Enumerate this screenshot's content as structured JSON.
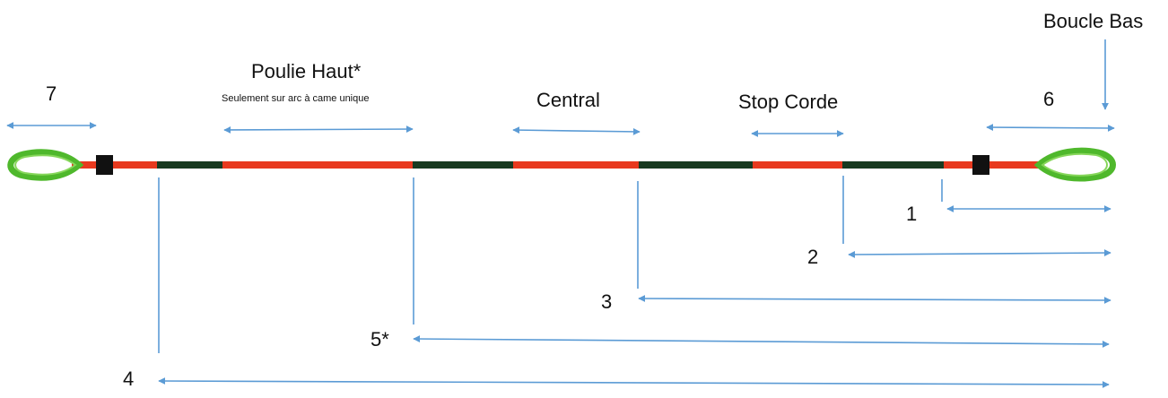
{
  "labels": {
    "boucle_bas": "Boucle Bas",
    "poulie_haut": "Poulie Haut*",
    "poulie_note": "Seulement sur arc à came unique",
    "central": "Central",
    "stop_corde": "Stop Corde",
    "n7": "7",
    "n6": "6",
    "n1": "1",
    "n2": "2",
    "n3": "3",
    "n4": "4",
    "n5": "5*"
  },
  "colors": {
    "string_red": "#e8391e",
    "string_dark": "#183a20",
    "loop_green": "#4fb82c",
    "loop_green_light": "#86d65a",
    "nock_black": "#111111",
    "arrow_blue": "#5b9bd5"
  }
}
